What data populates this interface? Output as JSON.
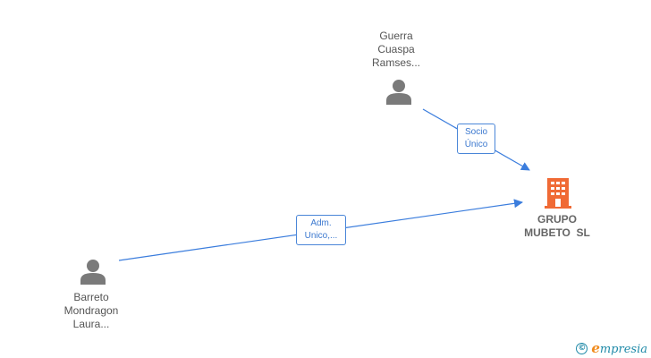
{
  "nodes": {
    "guerra": {
      "name_lines": [
        "Guerra",
        "Cuaspa",
        "Ramses..."
      ],
      "type": "person",
      "icon": "person-icon"
    },
    "barreto": {
      "name_lines": [
        "Barreto",
        "Mondragon",
        "Laura..."
      ],
      "type": "person",
      "icon": "person-icon"
    },
    "grupo": {
      "name_lines": [
        "GRUPO",
        "MUBETO  SL"
      ],
      "type": "company",
      "icon": "building-icon"
    }
  },
  "edges": {
    "socio": {
      "from": "guerra",
      "to": "grupo",
      "label_lines": [
        "Socio",
        "Único"
      ]
    },
    "adm": {
      "from": "barreto",
      "to": "grupo",
      "label_lines": [
        "Adm.",
        "Unico,..."
      ]
    }
  },
  "colors": {
    "edge": "#3b7ddd",
    "person": "#7a7a7a",
    "company": "#f06a35",
    "brand": "#1f8aa8",
    "brand_accent": "#f08a1c"
  },
  "brand": {
    "copyright_symbol": "©",
    "initial": "e",
    "rest": "mpresia"
  }
}
